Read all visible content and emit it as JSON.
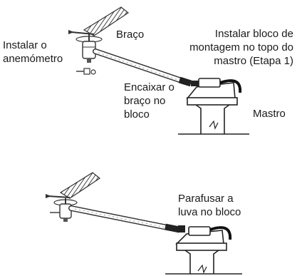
{
  "diagram": {
    "step1": {
      "label_anemometer": [
        "Instalar o",
        "anemómetro"
      ],
      "label_arm": "Braço",
      "label_mount": [
        "Instalar bloco de",
        "montagem no topo do",
        "mastro (Etapa 1)"
      ],
      "label_fit": [
        "Encaixar o",
        "braço no",
        "bloco"
      ],
      "label_mast": "Mastro"
    },
    "step2": {
      "label_screw": [
        "Parafusar a",
        "luva no bloco"
      ]
    }
  }
}
